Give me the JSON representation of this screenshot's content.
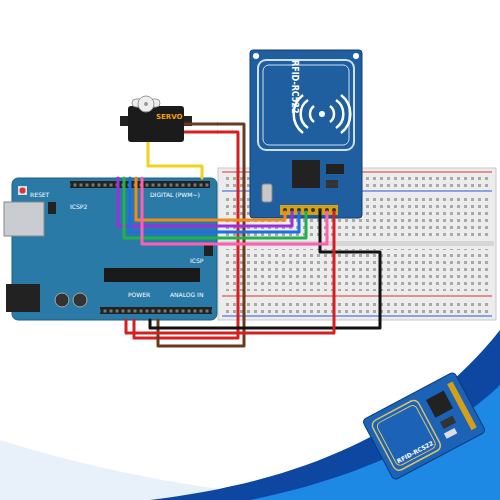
{
  "diagram": {
    "nodes": [
      {
        "text": [
          "RFID-RC522"
        ]
      },
      {
        "text": [
          "SERVO"
        ]
      },
      {
        "text": [
          "RESET",
          "ICSP2",
          "DIGITAL (PWM~)",
          "ICSP",
          "POWER",
          "ANALOG IN"
        ]
      },
      {
        "text": [
          "RFID-RC522"
        ]
      }
    ],
    "edges": [
      {
        "from": 2,
        "to": 1,
        "arrow": "none"
      },
      {
        "from": 2,
        "to": 1,
        "arrow": "none"
      },
      {
        "from": 2,
        "to": 1,
        "arrow": "none"
      },
      {
        "from": 2,
        "to": 0,
        "arrow": "none"
      },
      {
        "from": 2,
        "to": 0,
        "arrow": "none"
      },
      {
        "from": 2,
        "to": 0,
        "arrow": "none"
      },
      {
        "from": 2,
        "to": 0,
        "arrow": "none"
      },
      {
        "from": 2,
        "to": 0,
        "arrow": "none"
      },
      {
        "from": 2,
        "to": 0,
        "arrow": "none"
      },
      {
        "from": 2,
        "to": 0,
        "arrow": "none"
      }
    ]
  }
}
